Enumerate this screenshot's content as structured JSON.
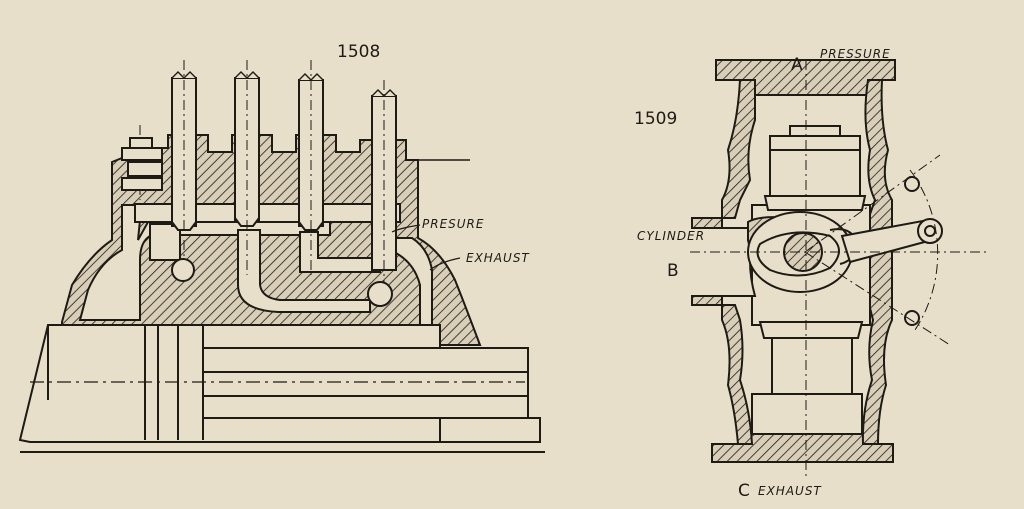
{
  "figures": [
    {
      "number": "1508",
      "labels": {
        "pressure": "PRESURE",
        "exhaust": "EXHAUST"
      }
    },
    {
      "number": "1509",
      "labels": {
        "a": "A",
        "pressure": "PRESSURE",
        "b": "B",
        "cylinder": "CYLINDER",
        "c": "C",
        "exhaust": "EXHAUST"
      }
    }
  ],
  "colors": {
    "ink": "#1e1a14",
    "paper": "#e8dfcb",
    "hatch_bg": "#d9cfb9"
  }
}
